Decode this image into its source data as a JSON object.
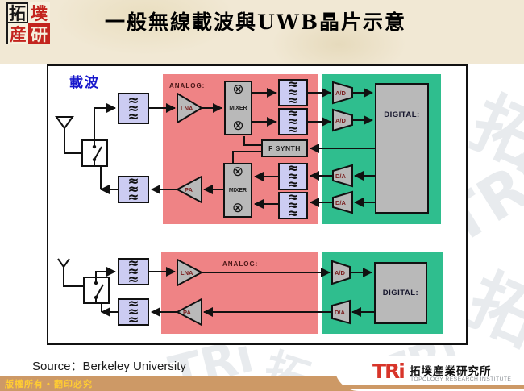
{
  "header": {
    "title": "一般無線載波與UWB晶片示意",
    "logo": {
      "tl": "拓",
      "tr": "墣",
      "bl": "産",
      "br": "研"
    }
  },
  "diagram": {
    "carrier_label": "載波",
    "analog_label": "ANALOG:",
    "digital_label": "DIGITAL:",
    "mixer_label": "MIXER",
    "fsynth_label": "F SYNTH",
    "lna_label": "LNA",
    "pa_label": "PA",
    "ad_label": "A/D",
    "da_label": "D/A"
  },
  "glyphs": {
    "wave_stack": "≈\n≈\n≈",
    "mixer_cross": "⊗",
    "wm_tri": "TRi",
    "wm_to": "拓"
  },
  "footer": {
    "source": "Source：Berkeley University",
    "copyright": "版權所有 • 翻印必究",
    "tri": {
      "mark": "TRi",
      "zh": "拓墣産業研究所",
      "en": "TOPOLOGY RESEARCH INSTITUTE"
    }
  },
  "colors": {
    "analog_bg": "#ef8385",
    "digital_bg": "#2fbe8e",
    "filter_bg": "#ccccf2",
    "block_bg": "#b9b9b9",
    "strip": "#cd9966",
    "carrier_text": "#1717cc",
    "tri_red": "#d8352a"
  }
}
